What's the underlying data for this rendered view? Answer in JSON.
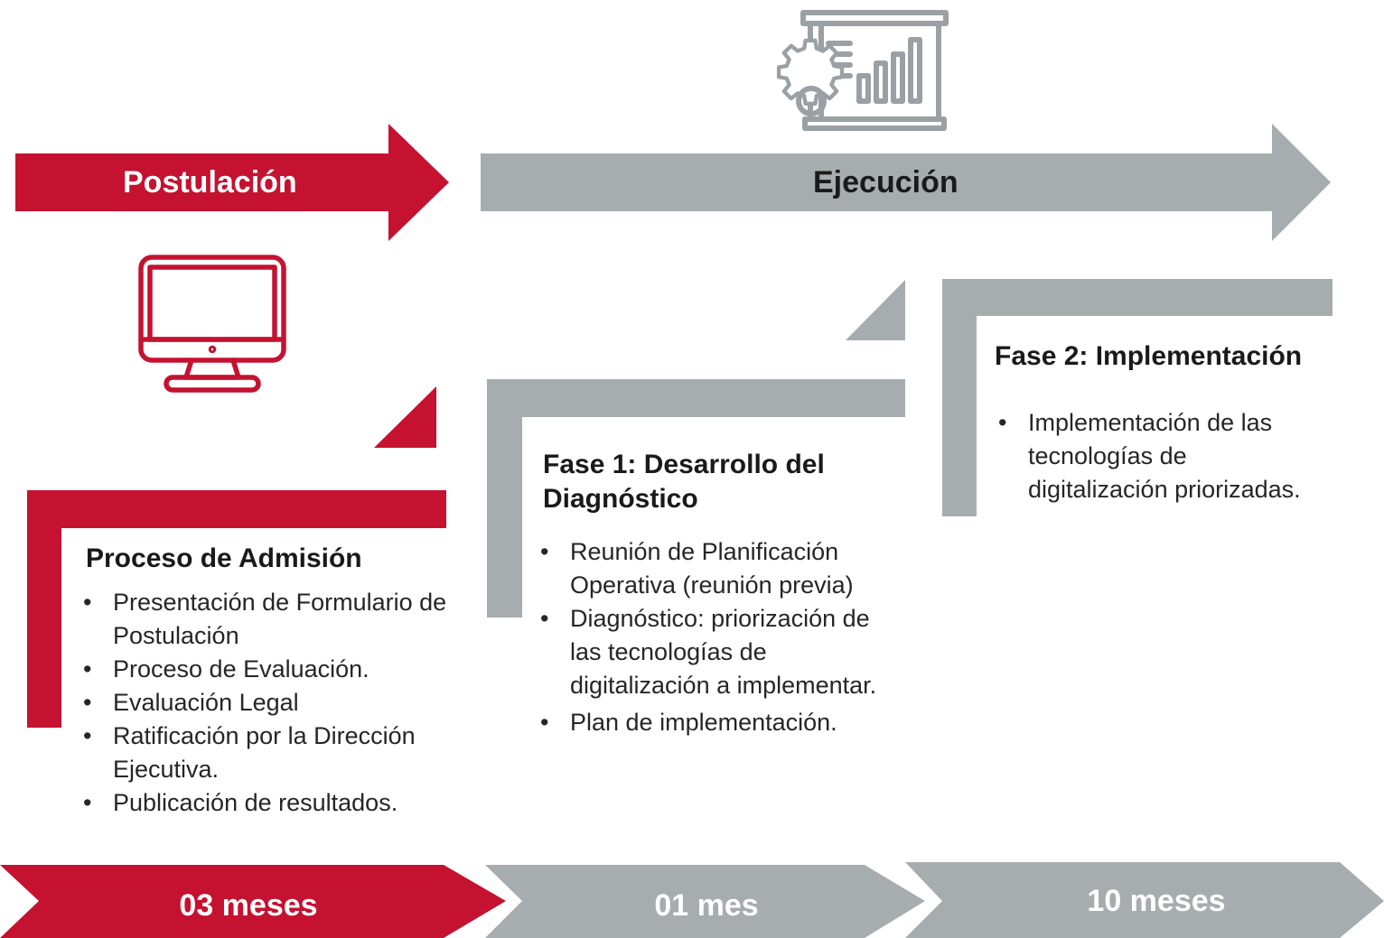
{
  "colors": {
    "red": "#c41230",
    "grey": "#a7acaf",
    "icon_grey": "#9aa0a4"
  },
  "phases": {
    "postulacion": "Postulación",
    "ejecucion": "Ejecución"
  },
  "blocks": {
    "admision": {
      "title": "Proceso de Admisión",
      "items": [
        "Presentación de Formulario de Postulación",
        "Proceso de Evaluación.",
        "Evaluación Legal",
        "Ratificación por la Dirección Ejecutiva.",
        "Publicación de resultados."
      ]
    },
    "fase1": {
      "title_line1": "Fase 1: Desarrollo del",
      "title_line2": "Diagnóstico",
      "items": [
        "Reunión de Planificación Operativa (reunión previa)",
        "Diagnóstico: priorización de las tecnologías de digitalización a implementar.",
        "Plan de implementación."
      ]
    },
    "fase2": {
      "title": "Fase 2: Implementación",
      "items": [
        "Implementación de las tecnologías de digitalización priorizadas."
      ]
    }
  },
  "durations": {
    "d1": "03 meses",
    "d2": "01 mes",
    "d3": "10 meses"
  },
  "icons": {
    "computer": "computer-monitor-icon",
    "presentation": "presentation-board-gear-icon"
  }
}
